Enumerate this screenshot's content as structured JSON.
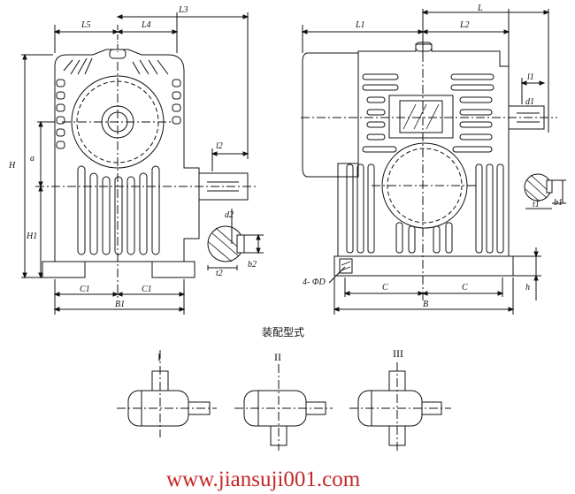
{
  "front_view": {
    "dims": {
      "L5": "L5",
      "L4": "L4",
      "L3": "L3",
      "H": "H",
      "a": "a",
      "H1": "H1",
      "l2": "l2",
      "d2": "d2",
      "b2": "b2",
      "t2": "t2",
      "C1_left": "C1",
      "C1_right": "C1",
      "B1": "B1"
    }
  },
  "side_view": {
    "dims": {
      "L1": "L1",
      "L2": "L2",
      "L": "L",
      "l1": "l1",
      "d1": "d1",
      "t1": "t1",
      "b1": "b1",
      "holes": "4- ΦD",
      "C_left": "C",
      "C_right": "C",
      "B": "B",
      "h": "h"
    }
  },
  "assembly": {
    "title": "装配型式",
    "types": [
      "I",
      "II",
      "III"
    ]
  },
  "watermark": "www.jiansuji001.com"
}
